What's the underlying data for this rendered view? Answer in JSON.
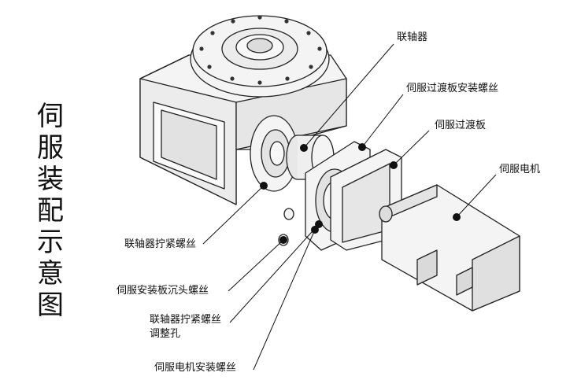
{
  "title_chars": [
    "伺",
    "服",
    "装",
    "配",
    "示",
    "意",
    "图"
  ],
  "labels": {
    "coupling": "联轴器",
    "adapter_plate_screw": "伺服过渡板安装螺丝",
    "adapter_plate": "伺服过渡板",
    "servo_motor": "伺服电机",
    "coupling_tighten_screw": "联轴器拧紧螺丝",
    "mount_plate_countersunk_screw": "伺服安装板沉头螺丝",
    "coupling_adjust_hole_line1": "联轴器拧紧螺丝",
    "coupling_adjust_hole_line2": "调整孔",
    "motor_mount_screw": "伺服电机安装螺丝"
  },
  "colors": {
    "line": "#111111",
    "marker": "#111111",
    "fill": "#f4f4f4",
    "shade": "#dcdcdc"
  }
}
